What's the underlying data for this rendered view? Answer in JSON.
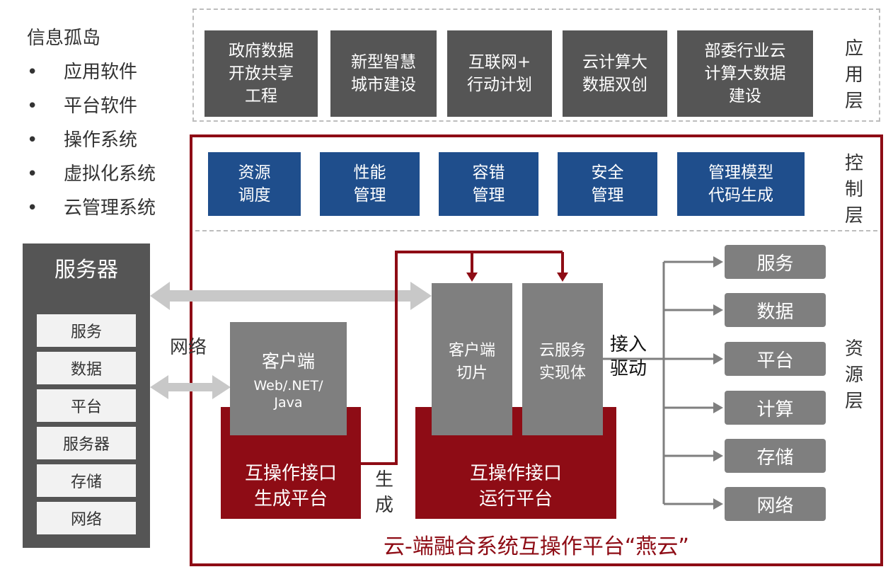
{
  "left_list": {
    "title": "信息孤岛",
    "bullet": "•",
    "items": [
      "应用软件",
      "平台软件",
      "操作系统",
      "虚拟化系统",
      "云管理系统"
    ]
  },
  "server": {
    "title": "服务器",
    "items": [
      "服务",
      "数据",
      "平台",
      "服务器",
      "存储",
      "网络"
    ]
  },
  "network_label": "网络",
  "application_layer": {
    "label": "应\n用\n层",
    "boxes": [
      "政府数据\n开放共享\n工程",
      "新型智慧\n城市建设",
      "互联网+\n行动计划",
      "云计算大\n数据双创",
      "部委行业云\n计算大数据\n建设"
    ]
  },
  "control_layer": {
    "label": "控\n制\n层",
    "boxes": [
      "资源\n调度",
      "性能\n管理",
      "容错\n管理",
      "安全\n管理",
      "管理模型\n代码生成"
    ]
  },
  "resource_layer": {
    "label": "资\n源\n层",
    "client": {
      "title": "客户端",
      "subtitle": "Web/.NET/\nJava"
    },
    "gen_platform": "互操作接口\n生成平台",
    "generate_label": "生\n成",
    "client_slice": "客户端\n切片",
    "cloud_service": "云服务\n实现体",
    "run_platform": "互操作接口\n运行平台",
    "access_driver": "接入\n驱动",
    "resources": [
      "服务",
      "数据",
      "平台",
      "计算",
      "存储",
      "网络"
    ]
  },
  "footer_title": "云-端融合系统互操作平台“燕云”",
  "colors": {
    "dark_gray": "#555555",
    "blue": "#1f4e8c",
    "red": "#8e0c15",
    "mid_gray": "#7f7f7f",
    "arrow_gray": "#c8c8c8"
  }
}
